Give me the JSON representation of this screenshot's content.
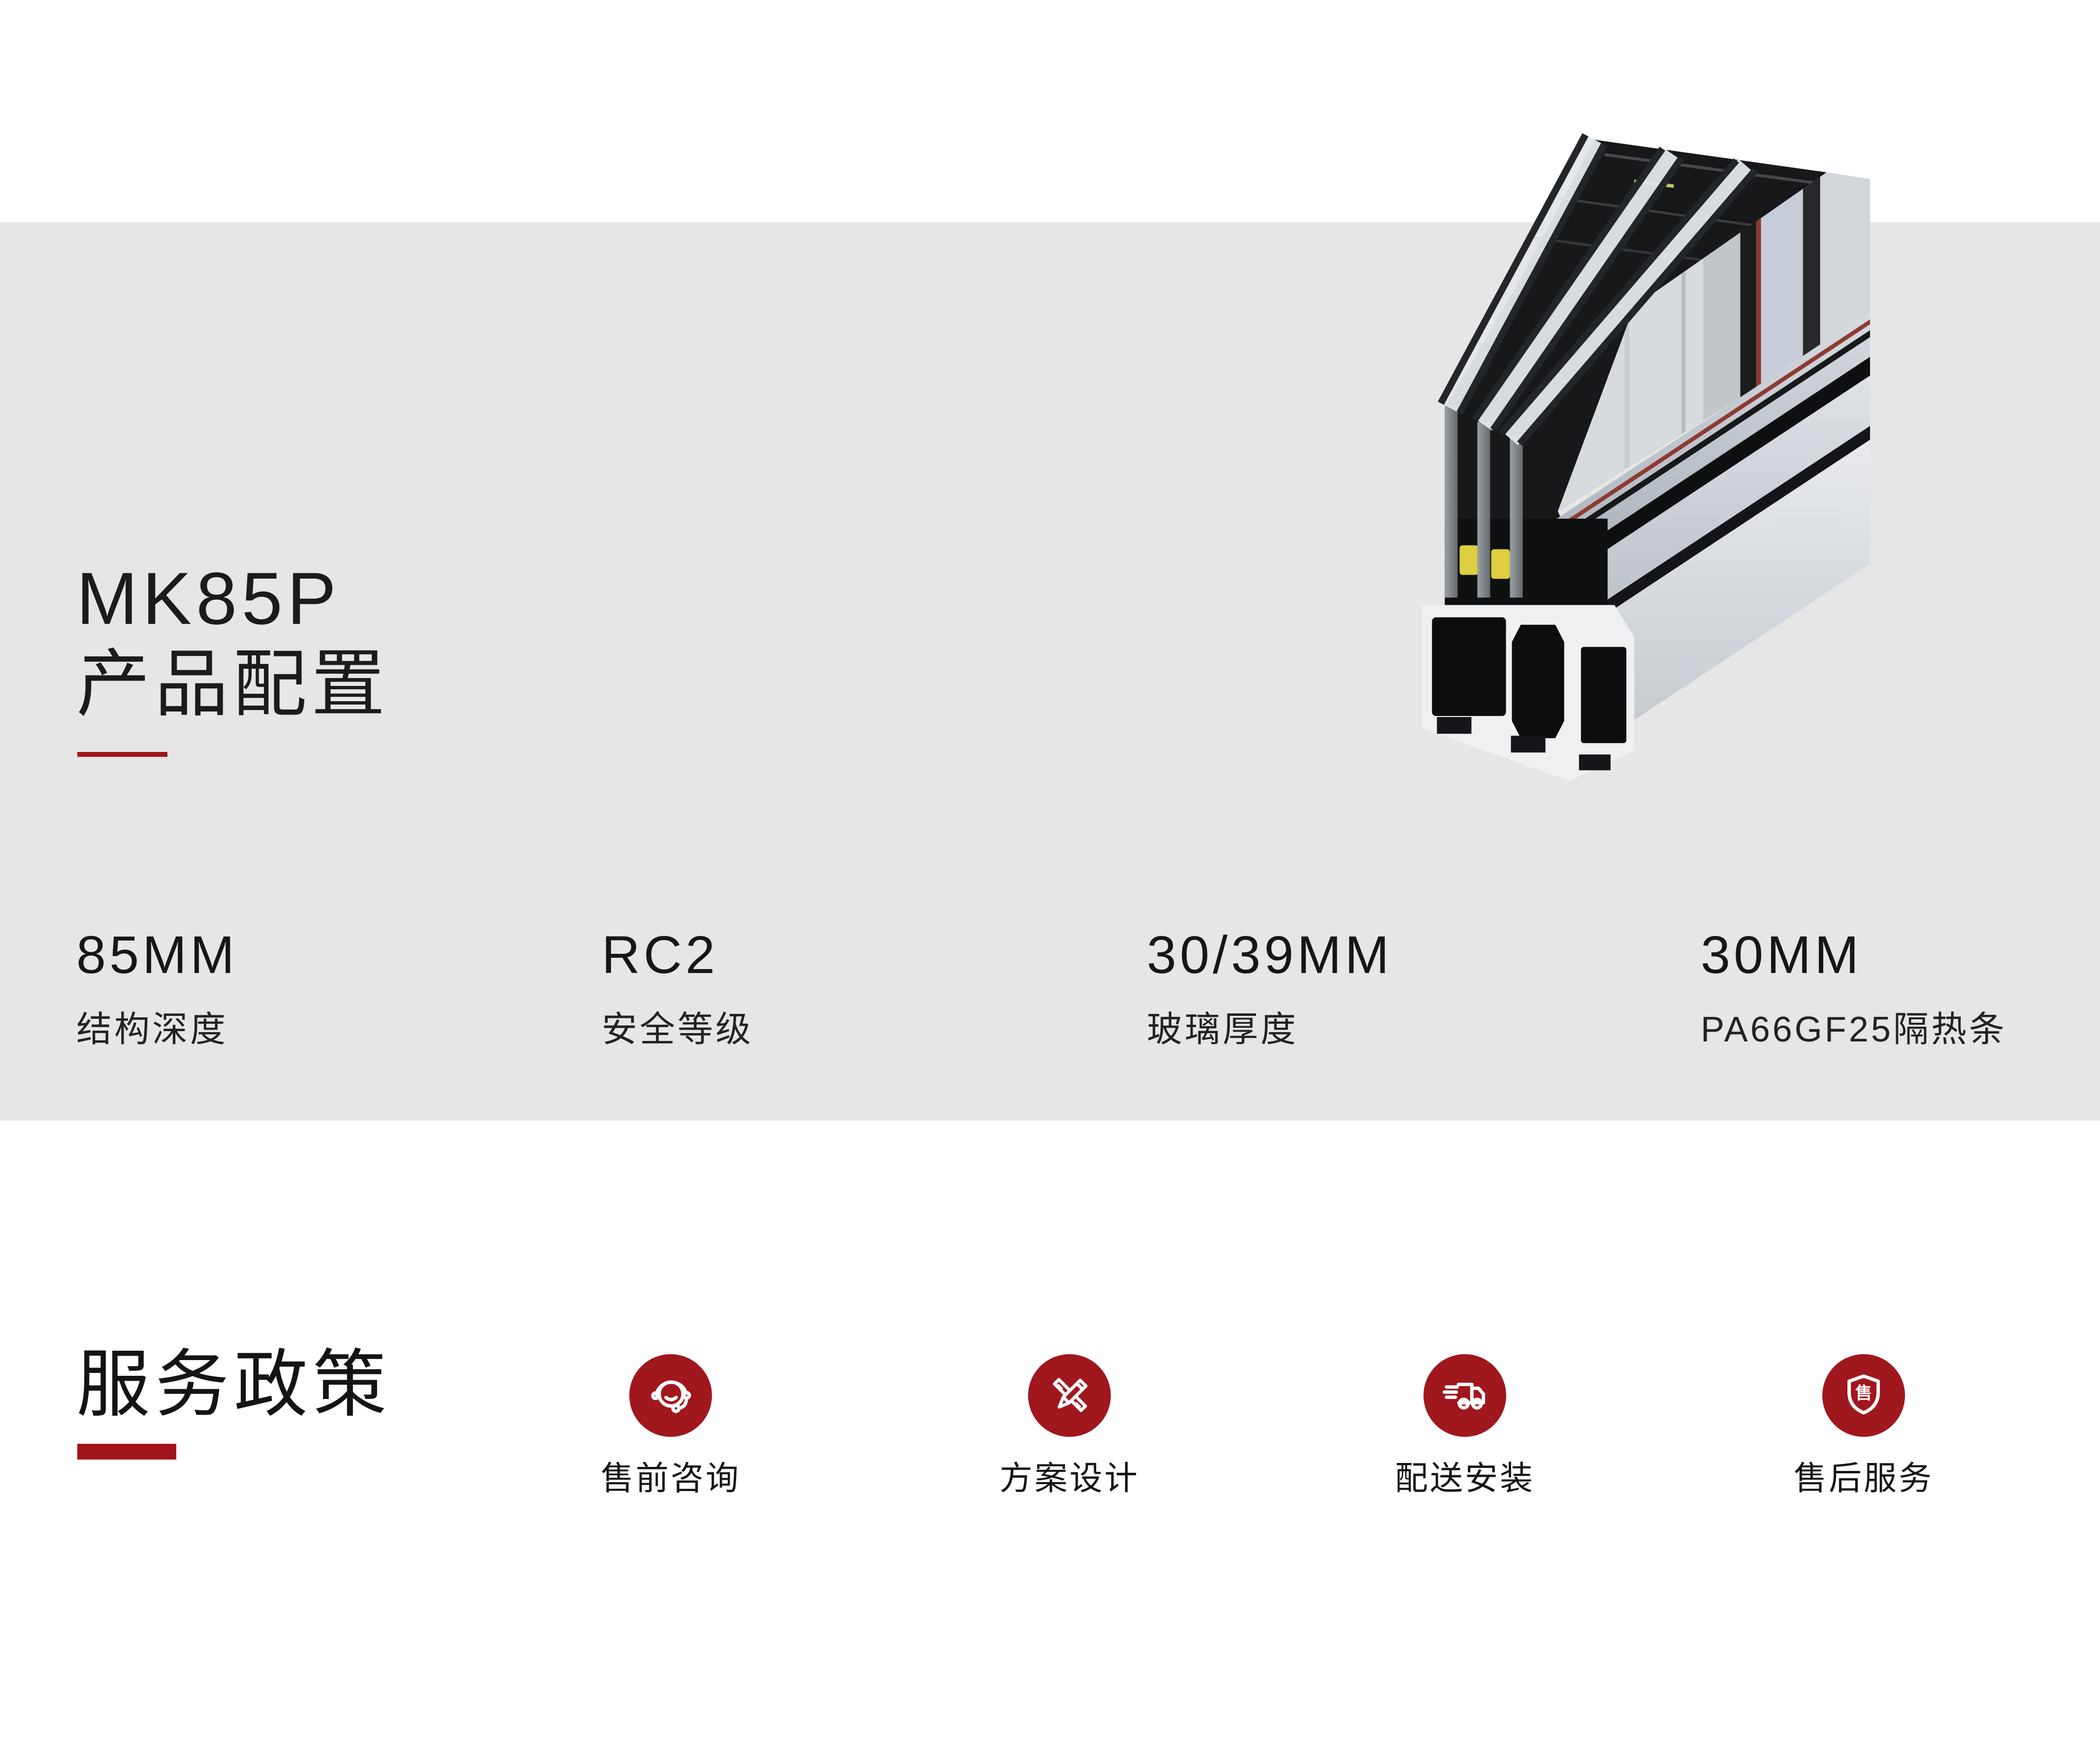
{
  "page": {
    "background": "#FFFFFF",
    "band_background": "#E6E6E6",
    "accent_red": "#A3141C",
    "icon_circle_red": "#A0171E",
    "text_dark": "#1B1B1B"
  },
  "product": {
    "title_line1": "MK85P",
    "title_line2": "产品配置",
    "image": "aluminum-window-profile-cutaway-render",
    "specs": [
      {
        "value": "85MM",
        "label": "结构深度"
      },
      {
        "value": "RC2",
        "label": "安全等级"
      },
      {
        "value": "30/39MM",
        "label": "玻璃厚度"
      },
      {
        "value": "30MM",
        "label": "PA66GF25隔热条"
      }
    ]
  },
  "service": {
    "title": "服务政策",
    "items": [
      {
        "icon": "headset-icon",
        "label": "售前咨询"
      },
      {
        "icon": "pencil-ruler-icon",
        "label": "方案设计"
      },
      {
        "icon": "truck-icon",
        "label": "配送安装"
      },
      {
        "icon": "shield-icon",
        "label": "售后服务",
        "badge_char": "售"
      }
    ]
  }
}
